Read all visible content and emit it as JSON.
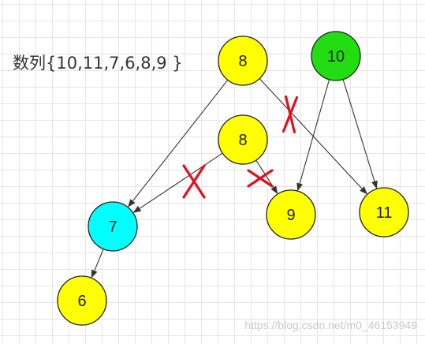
{
  "sequence_text": "数列{10,11,7,6,8,9 }",
  "colors": {
    "yellow": "#ffff00",
    "green": "#22dd11",
    "cyan": "#00ffff",
    "edge": "#333333",
    "cross": "#e01020"
  },
  "nodes": [
    {
      "id": "n8a",
      "label": "8",
      "color": "yellow"
    },
    {
      "id": "n10",
      "label": "10",
      "color": "green"
    },
    {
      "id": "n8b",
      "label": "8",
      "color": "yellow"
    },
    {
      "id": "n7",
      "label": "7",
      "color": "cyan"
    },
    {
      "id": "n9",
      "label": "9",
      "color": "yellow"
    },
    {
      "id": "n11",
      "label": "11",
      "color": "yellow"
    },
    {
      "id": "n6",
      "label": "6",
      "color": "yellow"
    }
  ],
  "edges": [
    {
      "from": "n8a",
      "to": "n7",
      "crossed": false
    },
    {
      "from": "n8a",
      "to": "n11",
      "crossed": true
    },
    {
      "from": "n10",
      "to": "n9",
      "crossed": false
    },
    {
      "from": "n10",
      "to": "n11",
      "crossed": false
    },
    {
      "from": "n8b",
      "to": "n7",
      "crossed": true
    },
    {
      "from": "n8b",
      "to": "n9",
      "crossed": true
    },
    {
      "from": "n7",
      "to": "n6",
      "crossed": false
    }
  ],
  "watermark": "https://blog.csdn.net/m0_46153949"
}
